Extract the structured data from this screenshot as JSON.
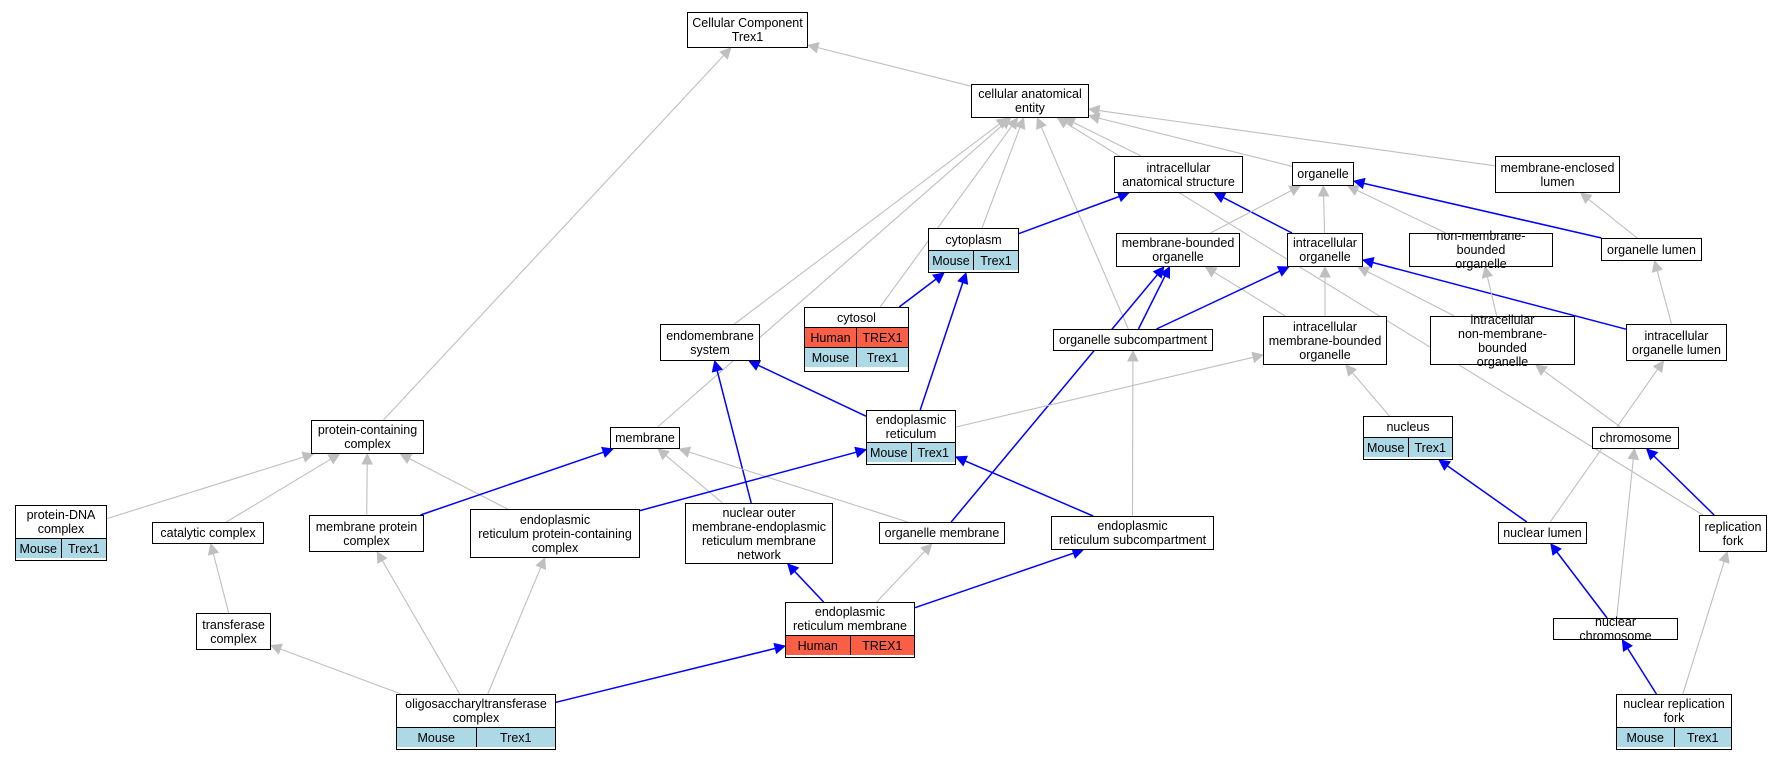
{
  "colors": {
    "annotated_edge": "#0000ff",
    "plain_edge": "#bfbfbf",
    "mouse": "#add8e6",
    "human": "#fa5f45"
  },
  "nodes": [
    {
      "id": "cc",
      "label": "Cellular Component\nTrex1"
    },
    {
      "id": "cae",
      "label": "cellular anatomical\nentity"
    },
    {
      "id": "ias",
      "label": "intracellular\nanatomical structure"
    },
    {
      "id": "org",
      "label": "organelle"
    },
    {
      "id": "mel",
      "label": "membrane-enclosed\nlumen"
    },
    {
      "id": "cyto",
      "label": "cytoplasm",
      "species": [
        [
          "Mouse",
          "Trex1"
        ]
      ]
    },
    {
      "id": "mbo",
      "label": "membrane-bounded\norganelle"
    },
    {
      "id": "io",
      "label": "intracellular\norganelle"
    },
    {
      "id": "nmbo",
      "label": "non-membrane-bounded\norganelle"
    },
    {
      "id": "ol",
      "label": "organelle lumen"
    },
    {
      "id": "cytosol",
      "label": "cytosol",
      "species": [
        [
          "Human",
          "TREX1"
        ],
        [
          "Mouse",
          "Trex1"
        ]
      ]
    },
    {
      "id": "es",
      "label": "endomembrane\nsystem"
    },
    {
      "id": "osc",
      "label": "organelle subcompartment"
    },
    {
      "id": "imbo",
      "label": "intracellular\nmembrane-bounded\norganelle"
    },
    {
      "id": "inmbo",
      "label": "intracellular\nnon-membrane-bounded\norganelle"
    },
    {
      "id": "iol",
      "label": "intracellular\norganelle lumen"
    },
    {
      "id": "pcc",
      "label": "protein-containing\ncomplex"
    },
    {
      "id": "mem",
      "label": "membrane"
    },
    {
      "id": "er",
      "label": "endoplasmic\nreticulum",
      "species": [
        [
          "Mouse",
          "Trex1"
        ]
      ]
    },
    {
      "id": "nuc",
      "label": "nucleus",
      "species": [
        [
          "Mouse",
          "Trex1"
        ]
      ]
    },
    {
      "id": "chr",
      "label": "chromosome"
    },
    {
      "id": "pdna",
      "label": "protein-DNA\ncomplex",
      "species": [
        [
          "Mouse",
          "Trex1"
        ]
      ]
    },
    {
      "id": "cat",
      "label": "catalytic complex"
    },
    {
      "id": "mpc",
      "label": "membrane protein\ncomplex"
    },
    {
      "id": "erpcc",
      "label": "endoplasmic\nreticulum protein-containing\ncomplex"
    },
    {
      "id": "nomer",
      "label": "nuclear outer\nmembrane-endoplasmic\nreticulum membrane\nnetwork"
    },
    {
      "id": "om",
      "label": "organelle membrane"
    },
    {
      "id": "ersc",
      "label": "endoplasmic\nreticulum subcompartment"
    },
    {
      "id": "nl",
      "label": "nuclear lumen"
    },
    {
      "id": "rf",
      "label": "replication\nfork"
    },
    {
      "id": "tc",
      "label": "transferase\ncomplex"
    },
    {
      "id": "erm",
      "label": "endoplasmic\nreticulum membrane",
      "species": [
        [
          "Human",
          "TREX1"
        ]
      ]
    },
    {
      "id": "nc",
      "label": "nuclear chromosome"
    },
    {
      "id": "ost",
      "label": "oligosaccharyltransferase\ncomplex",
      "species": [
        [
          "Mouse",
          "Trex1"
        ]
      ]
    },
    {
      "id": "nrf",
      "label": "nuclear replication\nfork",
      "species": [
        [
          "Mouse",
          "Trex1"
        ]
      ]
    }
  ],
  "edges": [
    {
      "from": "cae",
      "to": "cc",
      "annotated": false
    },
    {
      "from": "pcc",
      "to": "cc",
      "annotated": false
    },
    {
      "from": "ias",
      "to": "cae",
      "annotated": false
    },
    {
      "from": "org",
      "to": "cae",
      "annotated": false
    },
    {
      "from": "mel",
      "to": "cae",
      "annotated": false
    },
    {
      "from": "rf",
      "to": "cae",
      "annotated": false
    },
    {
      "from": "cyto",
      "to": "cae",
      "annotated": false
    },
    {
      "from": "cytosol",
      "to": "cae",
      "annotated": false
    },
    {
      "from": "es",
      "to": "cae",
      "annotated": false
    },
    {
      "from": "mem",
      "to": "cae",
      "annotated": false
    },
    {
      "from": "osc",
      "to": "cae",
      "annotated": false
    },
    {
      "from": "cyto",
      "to": "ias",
      "annotated": true
    },
    {
      "from": "io",
      "to": "ias",
      "annotated": true
    },
    {
      "from": "mbo",
      "to": "org",
      "annotated": false
    },
    {
      "from": "io",
      "to": "org",
      "annotated": false
    },
    {
      "from": "nmbo",
      "to": "org",
      "annotated": false
    },
    {
      "from": "ol",
      "to": "org",
      "annotated": true
    },
    {
      "from": "ol",
      "to": "mel",
      "annotated": false
    },
    {
      "from": "cytosol",
      "to": "cyto",
      "annotated": true
    },
    {
      "from": "er",
      "to": "cyto",
      "annotated": true
    },
    {
      "from": "osc",
      "to": "mbo",
      "annotated": true
    },
    {
      "from": "imbo",
      "to": "mbo",
      "annotated": false
    },
    {
      "from": "om",
      "to": "mbo",
      "annotated": true
    },
    {
      "from": "osc",
      "to": "io",
      "annotated": true
    },
    {
      "from": "imbo",
      "to": "io",
      "annotated": false
    },
    {
      "from": "inmbo",
      "to": "io",
      "annotated": false
    },
    {
      "from": "iol",
      "to": "io",
      "annotated": true
    },
    {
      "from": "inmbo",
      "to": "nmbo",
      "annotated": false
    },
    {
      "from": "iol",
      "to": "ol",
      "annotated": false
    },
    {
      "from": "er",
      "to": "es",
      "annotated": true
    },
    {
      "from": "nomer",
      "to": "es",
      "annotated": true
    },
    {
      "from": "er",
      "to": "imbo",
      "annotated": false
    },
    {
      "from": "nuc",
      "to": "imbo",
      "annotated": false
    },
    {
      "from": "chr",
      "to": "inmbo",
      "annotated": false
    },
    {
      "from": "nl",
      "to": "iol",
      "annotated": false
    },
    {
      "from": "ersc",
      "to": "osc",
      "annotated": false
    },
    {
      "from": "pdna",
      "to": "pcc",
      "annotated": false
    },
    {
      "from": "cat",
      "to": "pcc",
      "annotated": false
    },
    {
      "from": "mpc",
      "to": "pcc",
      "annotated": false
    },
    {
      "from": "erpcc",
      "to": "pcc",
      "annotated": false
    },
    {
      "from": "mpc",
      "to": "mem",
      "annotated": true
    },
    {
      "from": "nomer",
      "to": "mem",
      "annotated": false
    },
    {
      "from": "om",
      "to": "mem",
      "annotated": false
    },
    {
      "from": "erpcc",
      "to": "er",
      "annotated": true
    },
    {
      "from": "ersc",
      "to": "er",
      "annotated": true
    },
    {
      "from": "nl",
      "to": "nuc",
      "annotated": true
    },
    {
      "from": "nc",
      "to": "chr",
      "annotated": false
    },
    {
      "from": "rf",
      "to": "chr",
      "annotated": true
    },
    {
      "from": "tc",
      "to": "cat",
      "annotated": false
    },
    {
      "from": "ost",
      "to": "mpc",
      "annotated": false
    },
    {
      "from": "ost",
      "to": "erpcc",
      "annotated": false
    },
    {
      "from": "erm",
      "to": "nomer",
      "annotated": true
    },
    {
      "from": "erm",
      "to": "om",
      "annotated": false
    },
    {
      "from": "erm",
      "to": "ersc",
      "annotated": true
    },
    {
      "from": "nc",
      "to": "nl",
      "annotated": true
    },
    {
      "from": "nrf",
      "to": "rf",
      "annotated": false
    },
    {
      "from": "ost",
      "to": "tc",
      "annotated": false
    },
    {
      "from": "ost",
      "to": "erm",
      "annotated": true
    },
    {
      "from": "nrf",
      "to": "nc",
      "annotated": true
    }
  ]
}
